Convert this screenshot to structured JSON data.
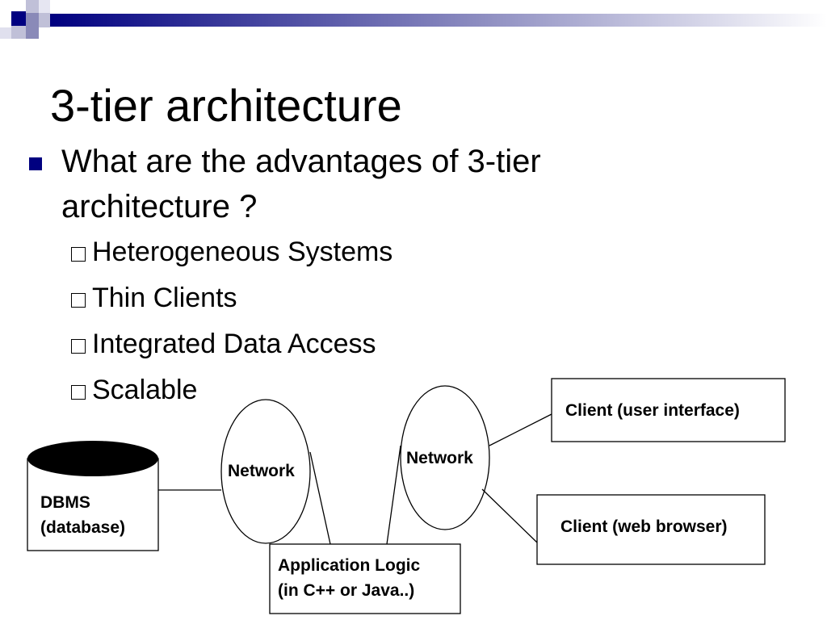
{
  "slide": {
    "title": "3-tier architecture",
    "bullet": "What are the advantages of 3-tier architecture ?",
    "sub_bullets": [
      "Heterogeneous Systems",
      "Thin Clients",
      "Integrated Data Access",
      "Scalable"
    ]
  },
  "diagram": {
    "dbms_line1": "DBMS",
    "dbms_line2": "(database)",
    "network_left": "Network",
    "network_right": "Network",
    "app_line1": "Application Logic",
    "app_line2": "(in C++ or Java..)",
    "client_ui": "Client (user interface)",
    "client_web": "Client (web browser)"
  },
  "colors": {
    "accent": "#000080",
    "header_light": "#c7c7e0"
  }
}
